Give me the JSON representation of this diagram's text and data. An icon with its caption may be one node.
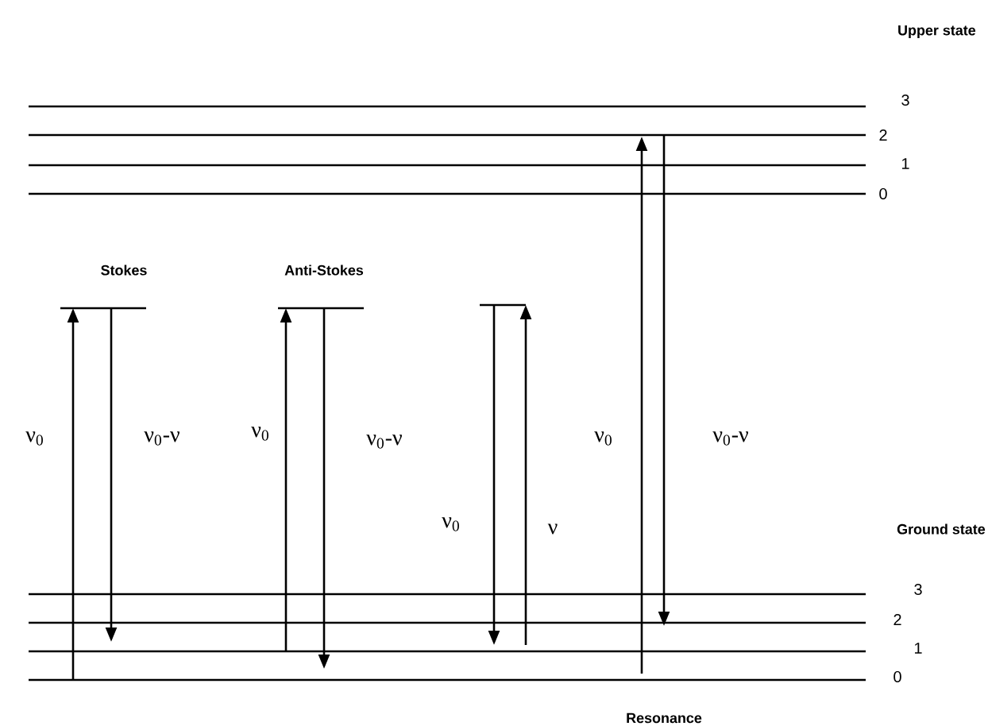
{
  "diagram": {
    "labels": [
      "Upper state",
      "3",
      "2",
      "1",
      "0",
      "Stokes",
      "Anti-Stokes",
      "ν$_{0}$",
      "ν$_{0}$-ν",
      "ν$_{0}$",
      "ν$_{0}$-ν",
      "ν$_{0}$",
      "ν",
      "ν$_{0}$",
      "ν$_{0}$-ν",
      "Ground state",
      "3",
      "2",
      "1",
      "0",
      "Resonance"
    ]
  }
}
